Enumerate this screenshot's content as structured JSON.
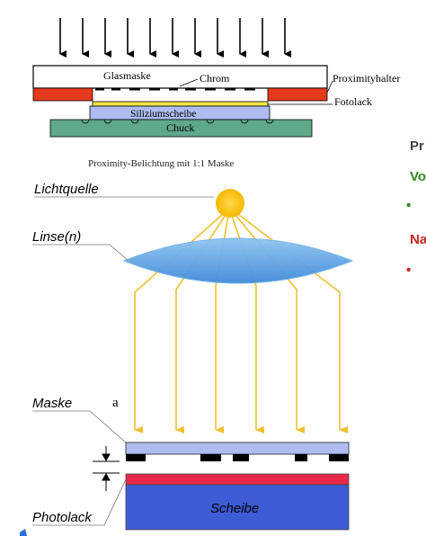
{
  "diagram1": {
    "glasmaske": "Glasmaske",
    "chrom": "Chrom",
    "proximityhalter": "Proximityhalter",
    "fotolack": "Fotolack",
    "siliziumscheibe": "Siliziumscheibe",
    "chuck": "Chuck",
    "caption": "Proximity-Belichtung mit 1:1 Maske"
  },
  "diagram2": {
    "lichtquelle": "Lichtquelle",
    "linse": "Linse(n)",
    "maske": "Maske",
    "annotation_a": "a",
    "photolack": "Photolack",
    "scheibe": "Scheibe"
  },
  "side": {
    "title": "Pr",
    "vorteile": "Vo",
    "nachteile": "Na",
    "bullet1": "•",
    "bullet2": "•"
  },
  "colors": {
    "red": "#e53a1c",
    "yellow": "#f5e64a",
    "substrate": "#aebcf0",
    "chuck": "#5fa889",
    "ray": "#f0c030",
    "lens": "#5aa0e0",
    "wafer": "#3d5bd4",
    "green": "#2e8b1e",
    "darkred": "#c0281e"
  }
}
